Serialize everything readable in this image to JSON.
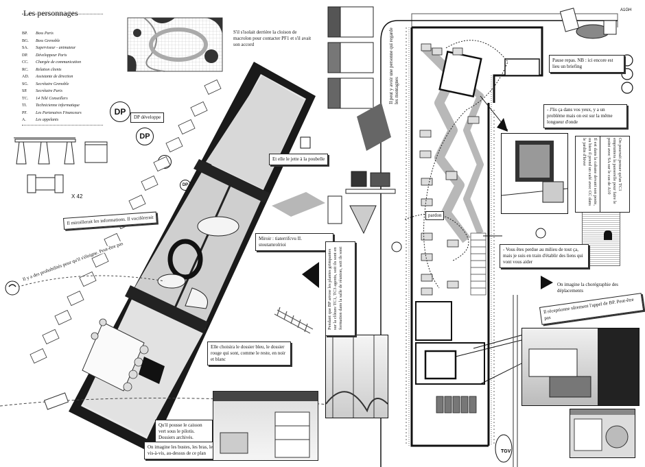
{
  "legend": {
    "title": "Les personnages",
    "items": [
      {
        "code": "BP.",
        "label": "Boss Paris"
      },
      {
        "code": "BG.",
        "label": "Boss Grenoble"
      },
      {
        "code": "SA.",
        "label": "Superviseur - animateur"
      },
      {
        "code": "DP.",
        "label": "Développeur Paris"
      },
      {
        "code": "CC.",
        "label": "Chargée de communication"
      },
      {
        "code": "RC.",
        "label": "Relation clients"
      },
      {
        "code": "AD.",
        "label": "Assistante de direction"
      },
      {
        "code": "SG.",
        "label": "Secrétaire Grenoble"
      },
      {
        "code": "SP.",
        "label": "Secrétaire Paris"
      },
      {
        "code": "TC.",
        "label": "14 Télé Conseillers"
      },
      {
        "code": "TI.",
        "label": "Technicienne informatique"
      },
      {
        "code": "PF.",
        "label": "Les Partenaires Financeurs"
      },
      {
        "code": "A.",
        "label": "Les appelants"
      }
    ]
  },
  "badges": {
    "dp": "DP",
    "dp_caption": "DP développe"
  },
  "furniture_count": "X 42",
  "page_ref": "A1GH",
  "callouts": {
    "macrolon": "S'il s'isolait derrière la cloison de macrolon pour contacter PF1 et s'il avait son accord",
    "poubelle": "Et elle le jette à la poubelle",
    "miroir": "Miroir : tiaterrifcvu II. stoutamrolrioi",
    "informations": "Il miroillerait les informations. Il vociférerait",
    "diagonal": "Il y a des probabilités pour qu'il s'éloigne. Peut-être pas",
    "dossier_bleu": "Elle choisira le dossier bleu, le dossier rouge qui sont, comme le reste, en noir et blanc",
    "caisson_vert": "Qu'il pousse le caisson vert sous le pilotis. Dossiers archivés. Passons à autre chose",
    "bustes": "On imagine les bustes, les bras, les mains, les visages, les regards, les vis-à-vis, au-dessus de ce plan",
    "montagnes": "Il peut y avoir une personne qui regarde les montagnes",
    "pause_repas": "Pause repas. NB : ici encore est lieu un briefing",
    "vos_yeux": "- J'lis ça dans vos yeux, y a un problème mais on est sur la même longueur d'onde",
    "cabane": "Il est dans la cabane devant son poste, ou bien il prend un café avec CC dans le jardin d'hiver",
    "tc1": "On pourrait penser qu'un TC1 empruntera la passerelle pour faire le point avec SA sur le cas de A10",
    "perdue": "- Vous êtes perdue au milieu de tout ça, mais je suis en train d'établir des liens qui vont vous aider",
    "choregraphie": "On imagine la chorégraphie des déplacements",
    "bp_absent": "Pendant que BP arrose les plantes grimpantes sur la clôture TC1, TC3 agents, soit ils sont en formation dans la salle de réunion, soit ils sont",
    "appel_bp": "Il réceptionne sûrement l'appel de BP. Peut-être pas",
    "pardon": "pardon"
  }
}
